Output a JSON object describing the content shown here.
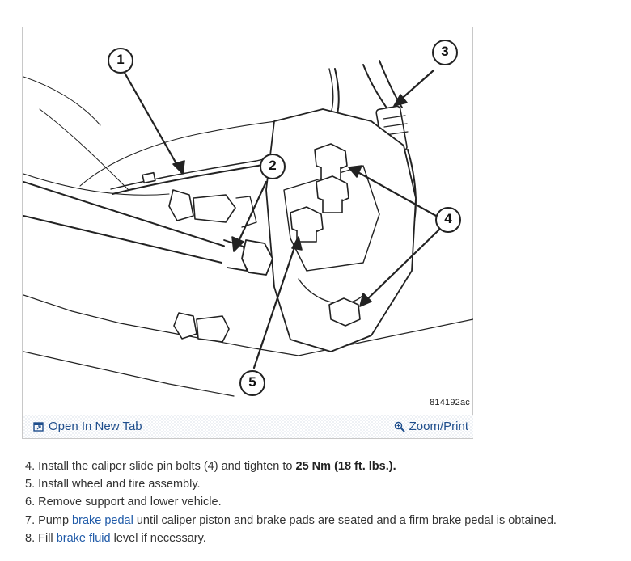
{
  "figure": {
    "code": "814192ac",
    "callouts": [
      "1",
      "2",
      "3",
      "4",
      "5"
    ],
    "open_tab_label": "Open In New Tab",
    "zoom_label": "Zoom/Print",
    "icons": {
      "open_tab": "open-new-tab-icon",
      "zoom": "magnifier-icon"
    }
  },
  "steps": [
    {
      "num": "4.",
      "pre": "Install the caliper slide pin bolts (4) and tighten to ",
      "bold": "25 Nm (18 ft. lbs.)."
    },
    {
      "num": "5.",
      "text": "Install wheel and tire assembly."
    },
    {
      "num": "6.",
      "text": "Remove support and lower vehicle."
    },
    {
      "num": "7.",
      "pre": "Pump ",
      "link": "brake pedal",
      "post": " until caliper piston and brake pads are seated and a firm brake pedal is obtained."
    },
    {
      "num": "8.",
      "pre": "Fill ",
      "link": "brake fluid",
      "post": " level if necessary."
    }
  ],
  "colors": {
    "link": "#1f5aa8",
    "bar_link": "#1f4e8c",
    "text": "#333333"
  }
}
